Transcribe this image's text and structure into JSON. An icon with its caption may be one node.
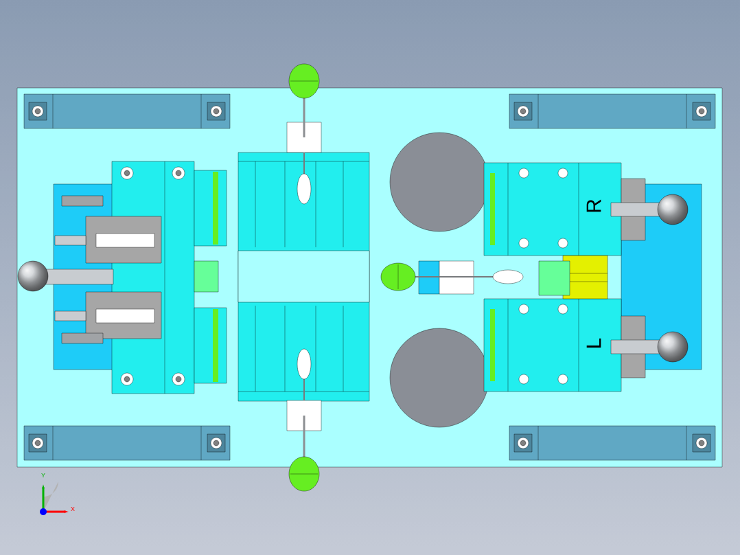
{
  "diagram": {
    "labels": [
      "R",
      "L",
      "Y",
      "X"
    ]
  }
}
